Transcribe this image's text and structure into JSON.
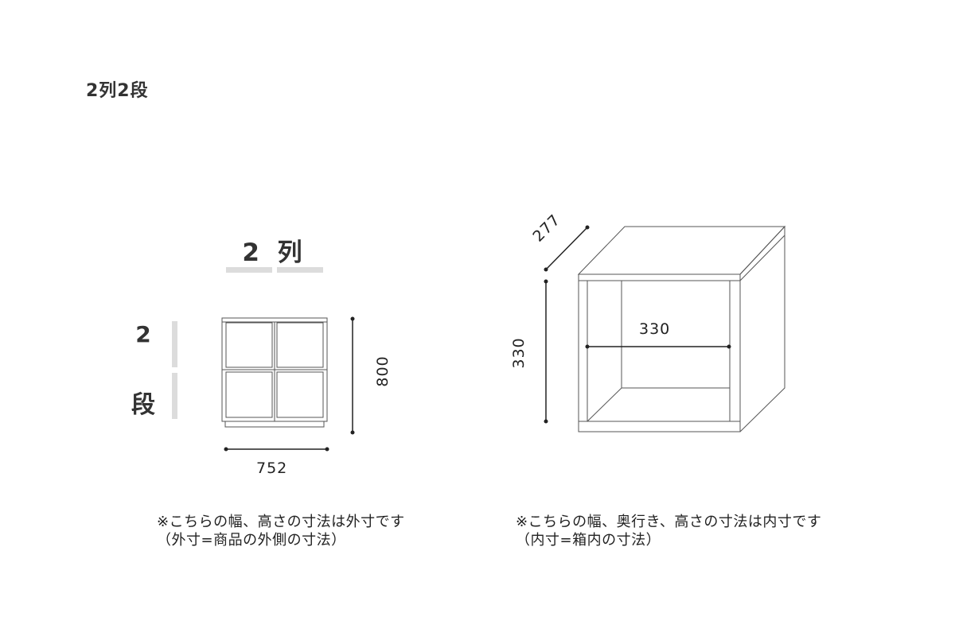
{
  "title": "2列2段",
  "left_figure": {
    "columns": {
      "number": "2",
      "unit": "列",
      "label": "2 列"
    },
    "rows": {
      "number": "2",
      "unit": "段"
    },
    "width_label": "752",
    "height_label": "800"
  },
  "right_figure": {
    "depth_label": "277",
    "height_label": "330",
    "inner_width_label": "330"
  },
  "notes": {
    "left_line1": "※こちらの幅、高さの寸法は外寸です",
    "left_line2": "（外寸=商品の外側の寸法）",
    "right_line1": "※こちらの幅、奥行き、高さの寸法は内寸です",
    "right_line2": "（内寸=箱内の寸法）"
  },
  "colors": {
    "label_bar": "#dcdcdc",
    "outline": "#555555",
    "dimension_line": "#222222"
  }
}
